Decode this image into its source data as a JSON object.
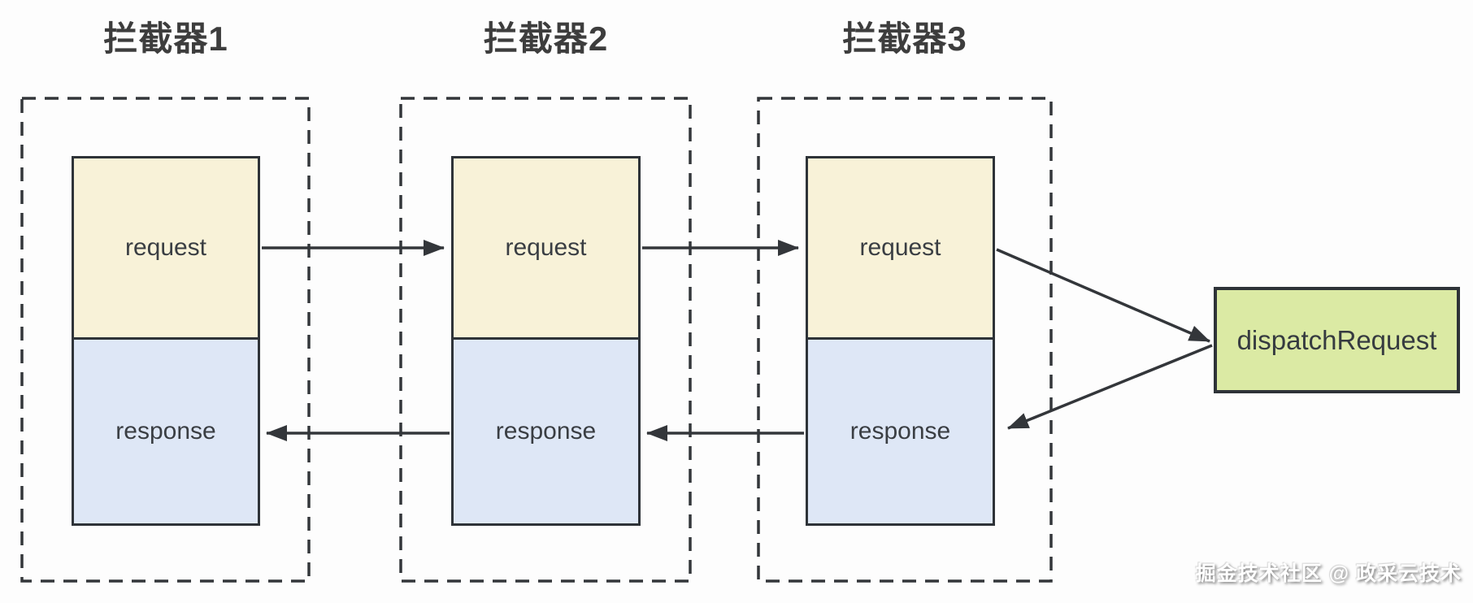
{
  "interceptors": [
    {
      "title": "拦截器1",
      "request_label": "request",
      "response_label": "response"
    },
    {
      "title": "拦截器2",
      "request_label": "request",
      "response_label": "response"
    },
    {
      "title": "拦截器3",
      "request_label": "request",
      "response_label": "response"
    }
  ],
  "dispatch_box": {
    "label": "dispatchRequest"
  },
  "watermark": {
    "text": "掘金技术社区 @ 政采云技术"
  },
  "colors": {
    "background": "#FDFDFD",
    "request_fill": "#F8F2D8",
    "response_fill": "#DEE7F6",
    "dispatch_fill": "#DBEAA4",
    "stroke": "#33363A",
    "title_text": "#3D3D3D"
  },
  "flow_edges": [
    {
      "from": "interceptor1.request",
      "to": "interceptor2.request",
      "direction": "right"
    },
    {
      "from": "interceptor2.request",
      "to": "interceptor3.request",
      "direction": "right"
    },
    {
      "from": "interceptor3.request",
      "to": "dispatchRequest",
      "direction": "down-right"
    },
    {
      "from": "dispatchRequest",
      "to": "interceptor3.response",
      "direction": "down-left"
    },
    {
      "from": "interceptor3.response",
      "to": "interceptor2.response",
      "direction": "left"
    },
    {
      "from": "interceptor2.response",
      "to": "interceptor1.response",
      "direction": "left"
    }
  ]
}
